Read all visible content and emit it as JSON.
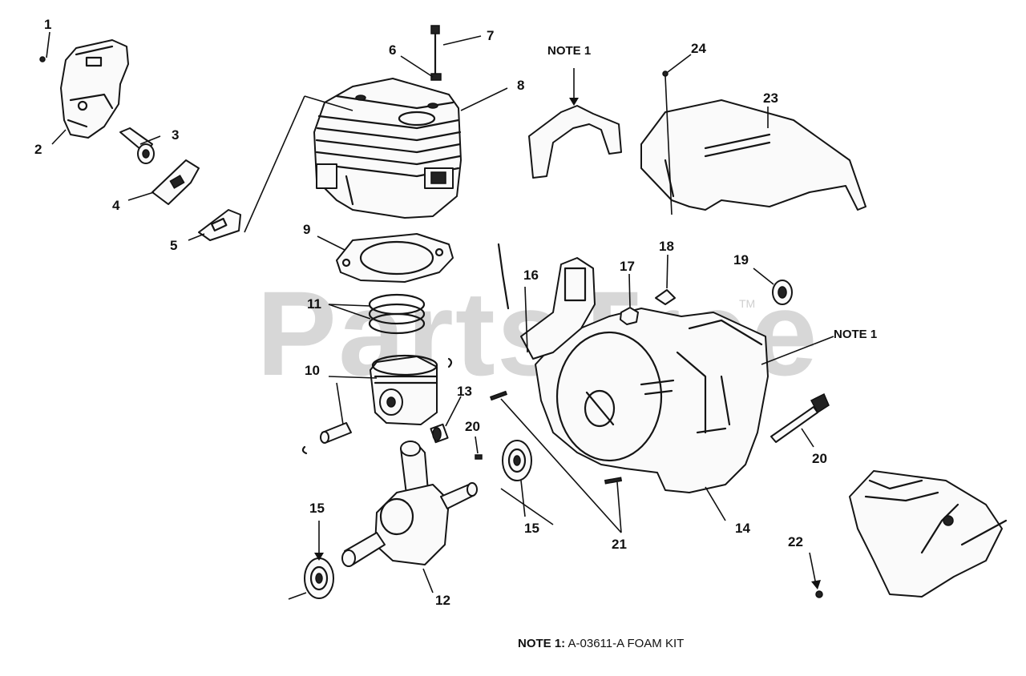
{
  "watermark": {
    "text": "PartsTree",
    "tm": "TM"
  },
  "note_callouts": [
    {
      "label": "NOTE 1"
    },
    {
      "label": "NOTE 1"
    }
  ],
  "footer_note": {
    "prefix": "NOTE 1:",
    "text": " A-03611-A FOAM KIT"
  },
  "callouts": [
    "1",
    "2",
    "3",
    "4",
    "5",
    "6",
    "7",
    "8",
    "9",
    "10",
    "11",
    "12",
    "13",
    "14",
    "15",
    "15",
    "16",
    "17",
    "18",
    "19",
    "20",
    "20",
    "21",
    "22",
    "23",
    "24"
  ]
}
